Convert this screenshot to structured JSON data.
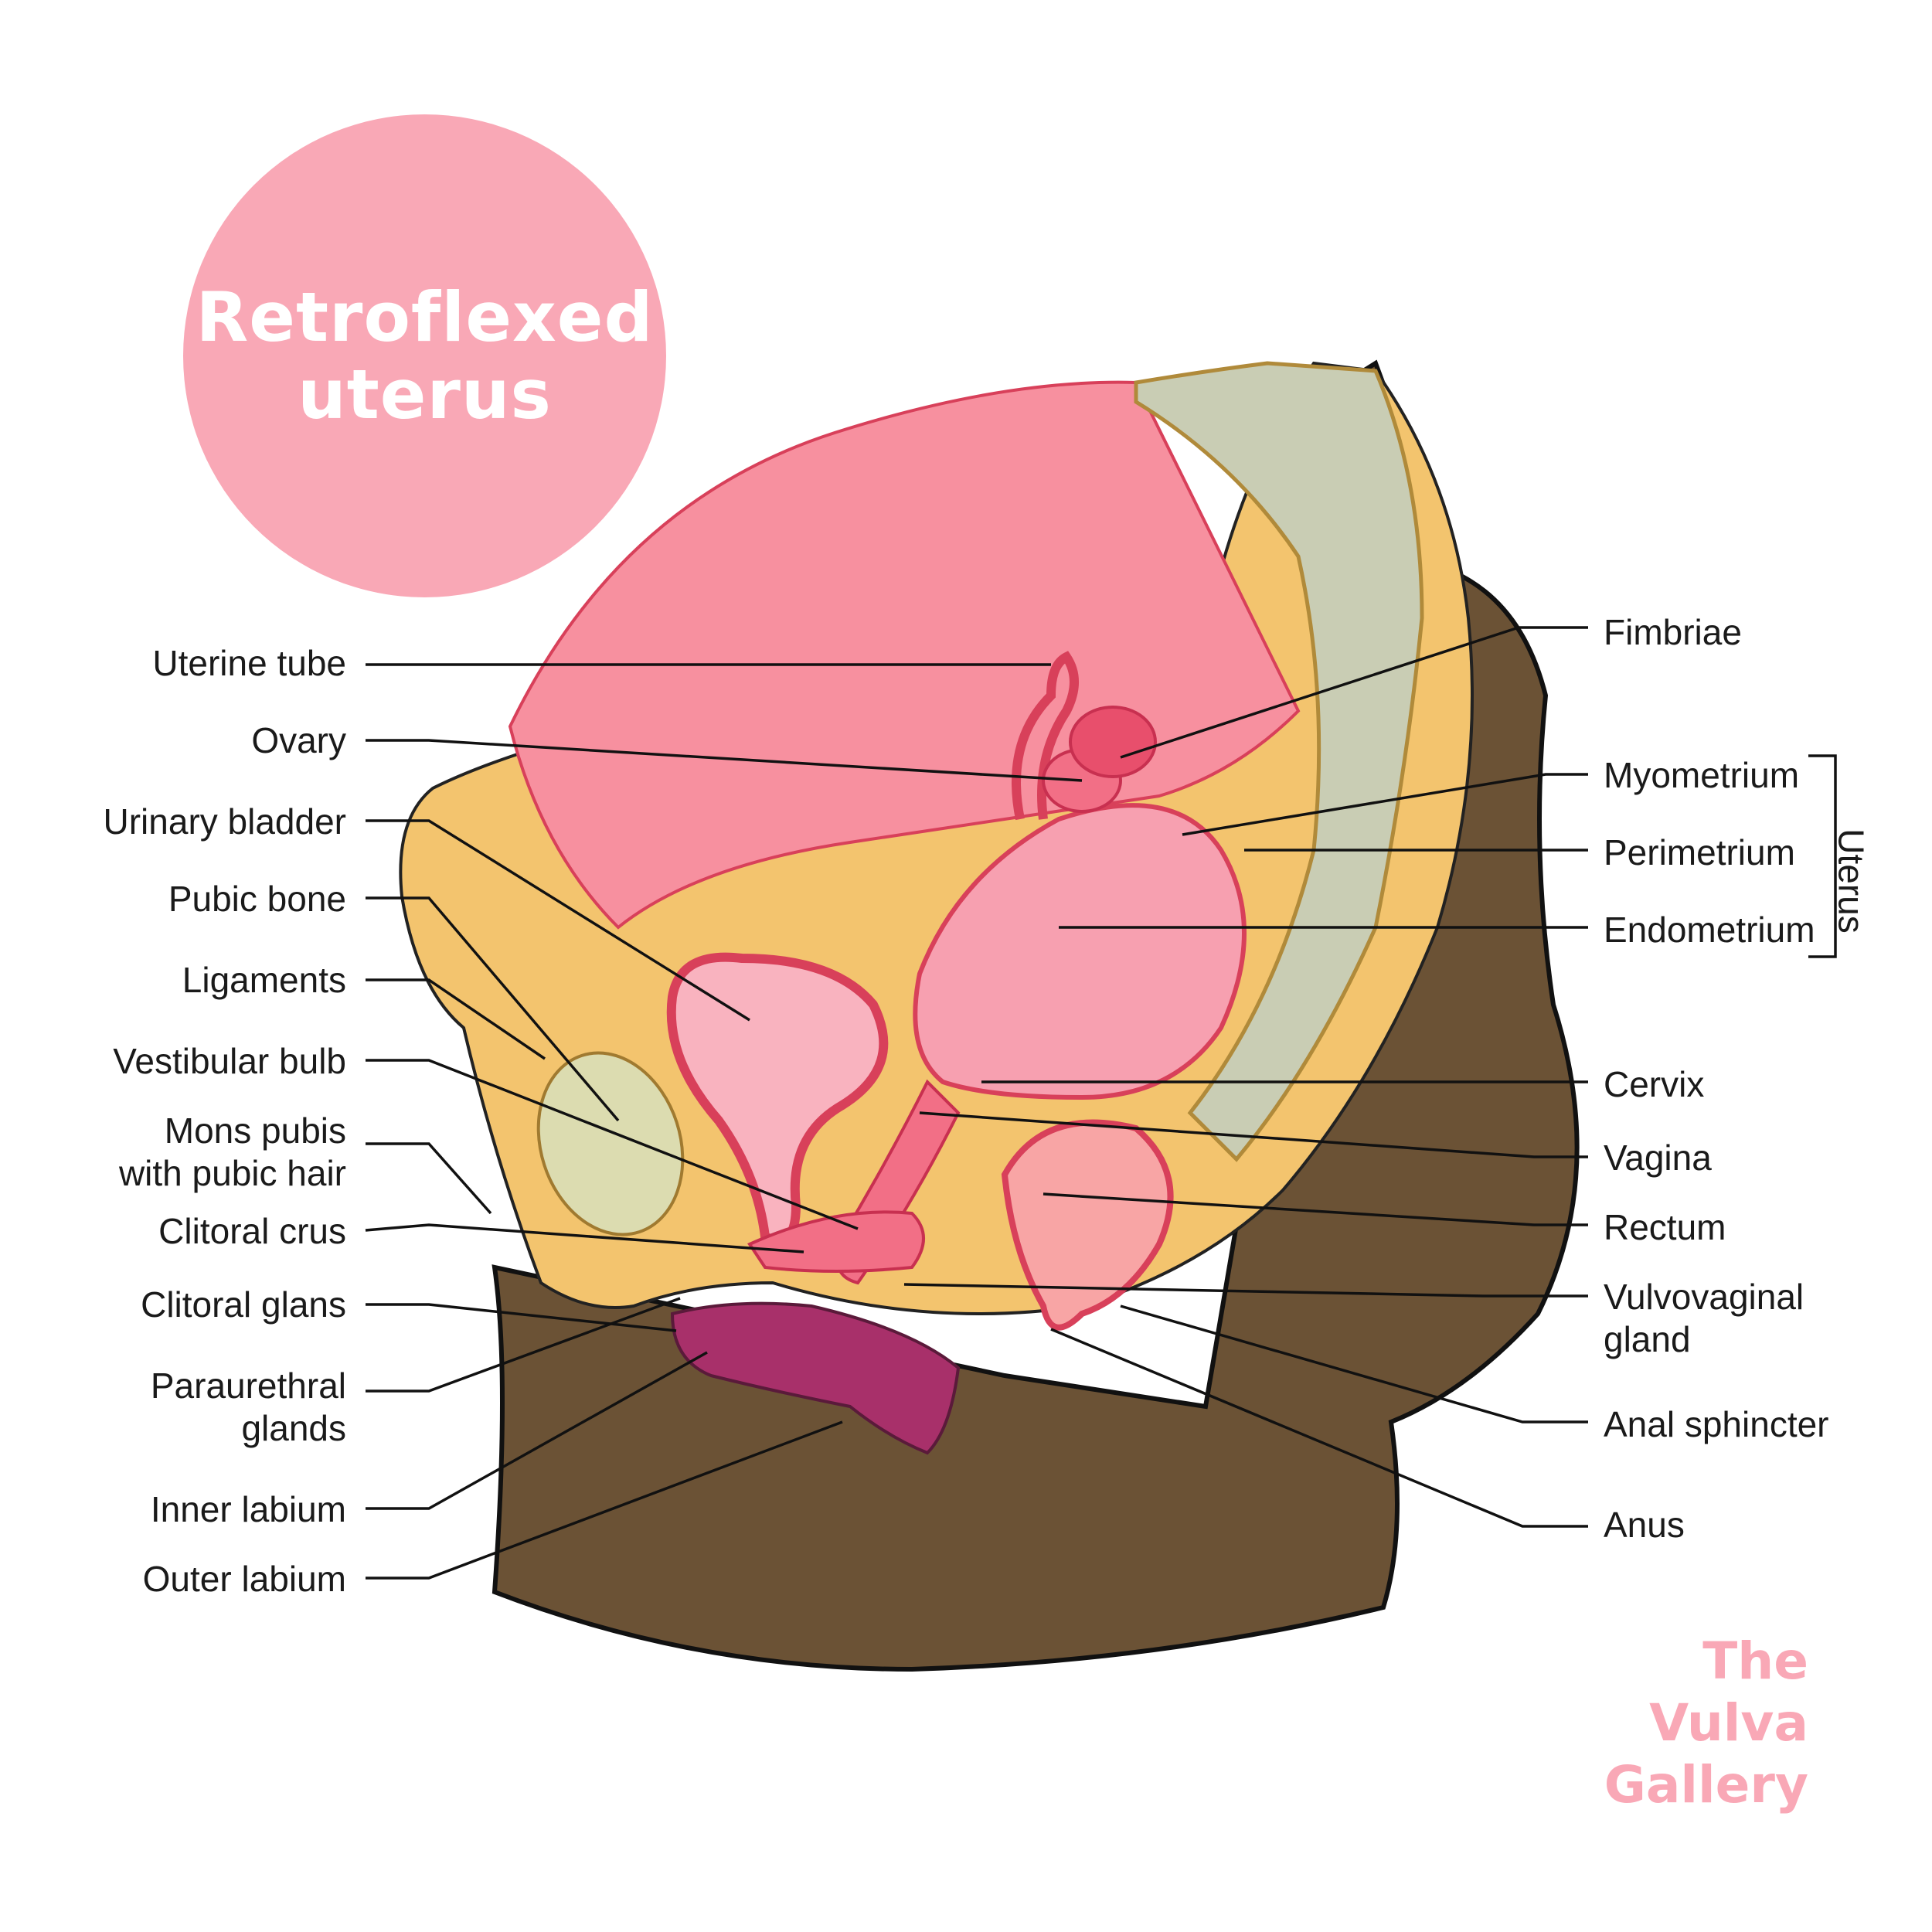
{
  "title": {
    "line1": "Retroflexed",
    "line2": "uterus"
  },
  "brand": {
    "line1": "The",
    "line2": "Vulva",
    "line3": "Gallery"
  },
  "labels_left": [
    {
      "id": "uterine-tube",
      "text": "Uterine tube"
    },
    {
      "id": "ovary",
      "text": "Ovary"
    },
    {
      "id": "urinary-bladder",
      "text": "Urinary bladder"
    },
    {
      "id": "pubic-bone",
      "text": "Pubic bone"
    },
    {
      "id": "ligaments",
      "text": "Ligaments"
    },
    {
      "id": "vestibular-bulb",
      "text": "Vestibular bulb"
    },
    {
      "id": "mons-pubis",
      "text": "Mons pubis",
      "text2": "with pubic hair"
    },
    {
      "id": "clitoral-crus",
      "text": "Clitoral crus"
    },
    {
      "id": "clitoral-glans",
      "text": "Clitoral glans"
    },
    {
      "id": "paraurethral-glands",
      "text": "Paraurethral",
      "text2": "glands"
    },
    {
      "id": "inner-labium",
      "text": "Inner labium"
    },
    {
      "id": "outer-labium",
      "text": "Outer labium"
    }
  ],
  "labels_right": [
    {
      "id": "fimbriae",
      "text": "Fimbriae"
    },
    {
      "id": "myometrium",
      "text": "Myometrium"
    },
    {
      "id": "perimetrium",
      "text": "Perimetrium"
    },
    {
      "id": "endometrium",
      "text": "Endometrium"
    },
    {
      "id": "cervix",
      "text": "Cervix"
    },
    {
      "id": "vagina",
      "text": "Vagina"
    },
    {
      "id": "rectum",
      "text": "Rectum"
    },
    {
      "id": "vulvovaginal-gland",
      "text": "Vulvovaginal",
      "text2": "gland"
    },
    {
      "id": "anal-sphincter",
      "text": "Anal sphincter"
    },
    {
      "id": "anus",
      "text": "Anus"
    }
  ],
  "bracket_label": "Uterus",
  "colors": {
    "badge": "#f9a8b6",
    "skin": "#6b5235",
    "fat": "#f3c46e",
    "organ_pink": "#f26f86",
    "cavity": "#f7909f",
    "bone": "#c9cdb4"
  }
}
